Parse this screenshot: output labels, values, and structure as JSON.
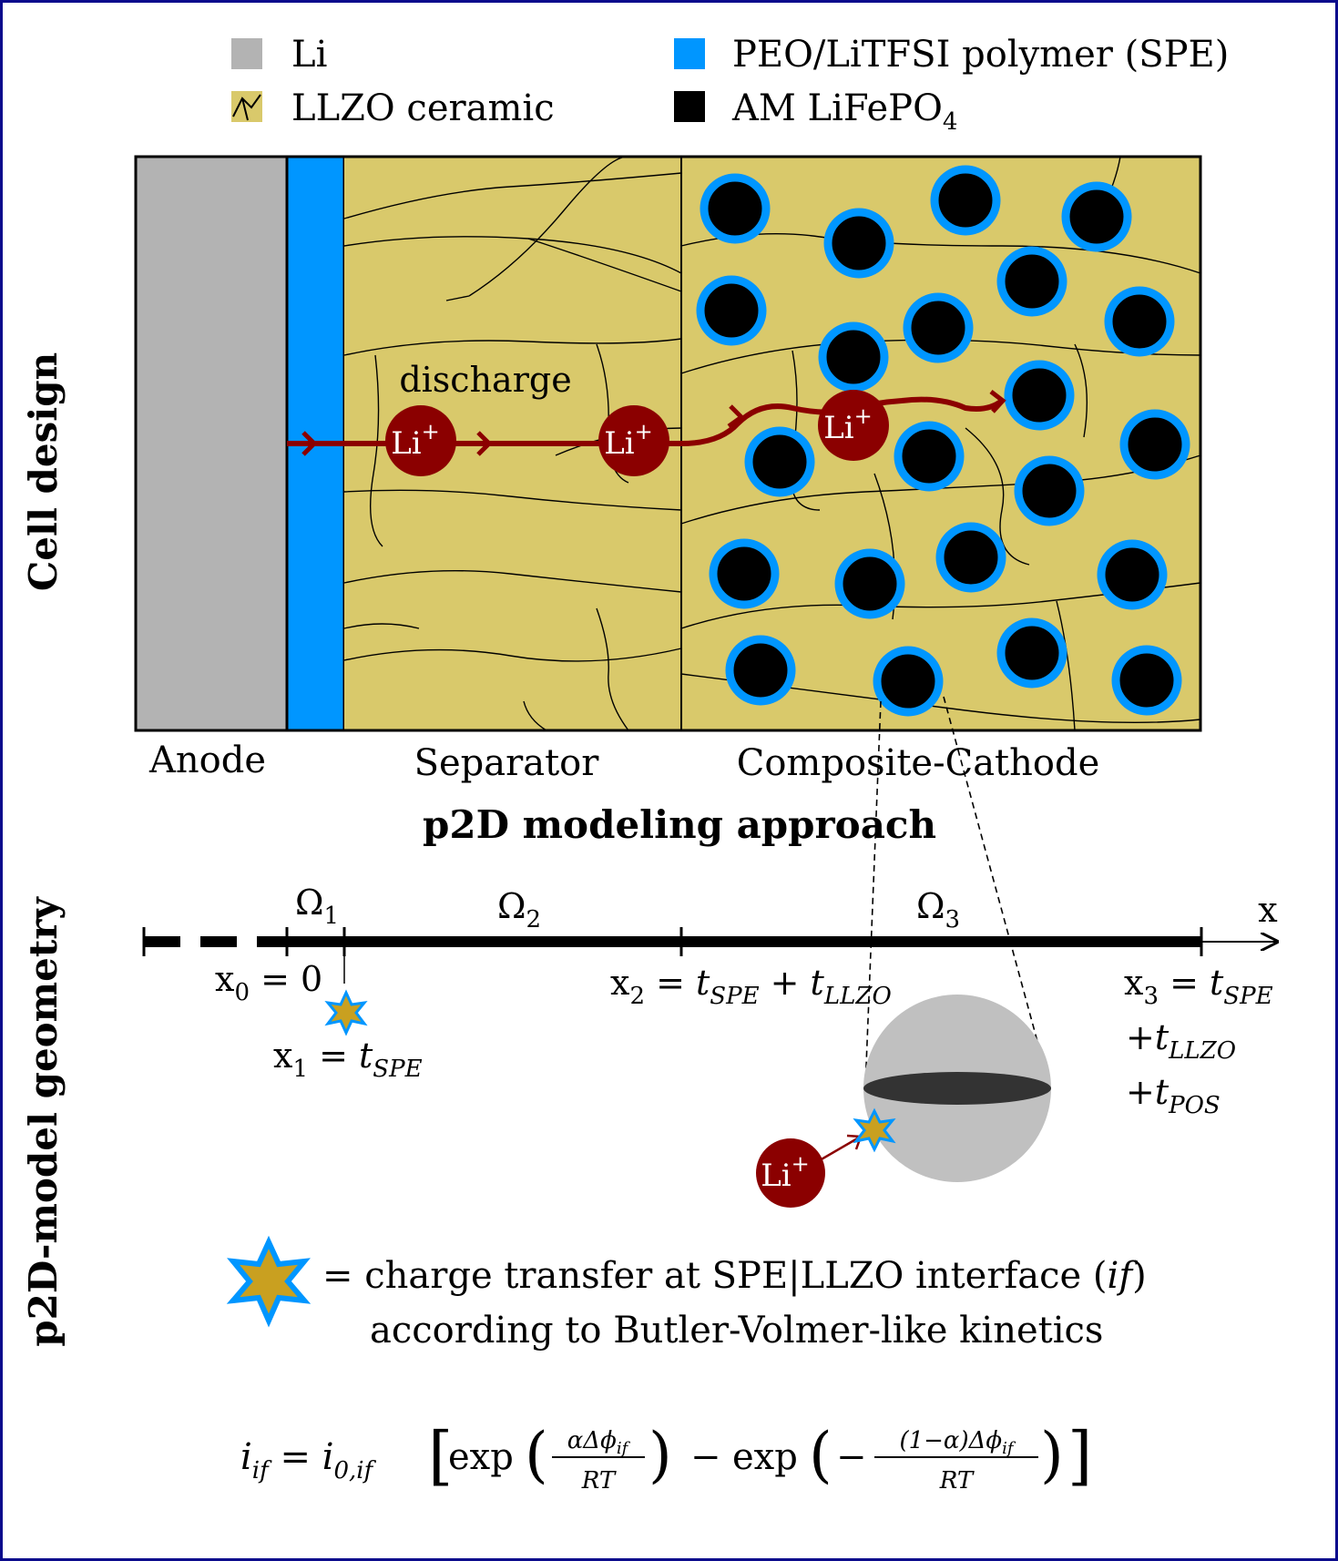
{
  "legend": {
    "li": "Li",
    "llzo": "LLZO ceramic",
    "spe": "PEO/LiTFSI polymer (SPE)",
    "am_prefix": "AM LiFePO",
    "am_sub": "4"
  },
  "side_labels": {
    "cell_design": "Cell design",
    "geometry": "p2D-model geometry"
  },
  "regions": {
    "anode": "Anode",
    "separator": "Separator",
    "cathode": "Composite-Cathode"
  },
  "cell": {
    "discharge": "discharge",
    "ion": "Li",
    "ion_charge": "+"
  },
  "approach_title": "p2D modeling approach",
  "axis": {
    "x_label": "x",
    "omega": "Ω",
    "omega1_sub": "1",
    "omega2_sub": "2",
    "omega3_sub": "3",
    "x0_label": "x",
    "x0_sub": "0",
    "x0_val": " = 0",
    "x1_label": "x",
    "x1_sub": "1",
    "x1_eq": " = t",
    "x1_tsub": "SPE",
    "x2_label": "x",
    "x2_sub": "2",
    "x2_eq": " = t",
    "x2_tsub1": "SPE",
    "x2_plus": " + t",
    "x2_tsub2": "LLZO",
    "x3_label": "x",
    "x3_sub": "3",
    "x3_eq": " = t",
    "x3_tsub1": "SPE",
    "x3_line2": "+t",
    "x3_tsub2": "LLZO",
    "x3_line3": "+t",
    "x3_tsub3": "POS"
  },
  "note": {
    "line1_a": "= charge transfer at SPE|LLZO interface (",
    "line1_b": "if",
    "line1_c": ")",
    "line2": "according to Butler-Volmer-like kinetics"
  },
  "equation": {
    "lhs": "i",
    "lhs_sub": "if",
    "eq": " = ",
    "i0": "i",
    "i0_sub": "0,if",
    "exp": "exp",
    "minus": "−",
    "num1": "αΔϕ",
    "num1_sub": "if",
    "den": "RT",
    "num2": "(1−α)Δϕ",
    "num2_sub": "if",
    "neg": "−"
  },
  "colors": {
    "li_gray": "#b3b3b3",
    "spe_blue": "#0096ff",
    "llzo_gold": "#d9c96b",
    "am_black": "#000000",
    "ion_red": "#8b0000",
    "frame_blue": "#0a0a8c",
    "star_gold": "#c9a020"
  }
}
